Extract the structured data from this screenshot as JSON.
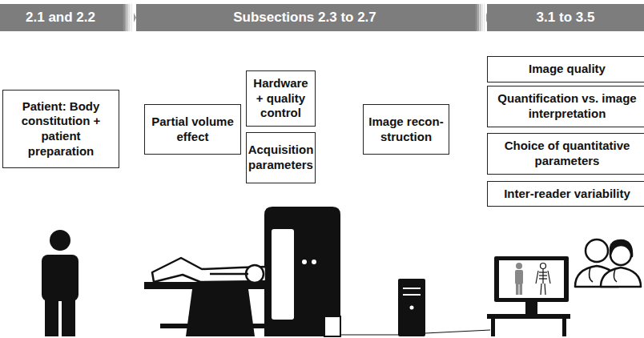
{
  "diagram": {
    "nodes": [
      {
        "text": [
          "2.1 and 2.2"
        ]
      },
      {
        "text": [
          "Subsections 2.3 to 2.7"
        ]
      },
      {
        "text": [
          "3.1 to 3.5"
        ]
      },
      {
        "text": [
          "Patient: Body constitution + patient preparation"
        ]
      },
      {
        "text": [
          "Partial volume effect"
        ]
      },
      {
        "text": [
          "Hardware + quality control"
        ]
      },
      {
        "text": [
          "Acquisition parameters"
        ]
      },
      {
        "text": [
          "Image recon- struction"
        ]
      },
      {
        "text": [
          "Image quality"
        ]
      },
      {
        "text": [
          "Quantification vs. image interpretation"
        ]
      },
      {
        "text": [
          "Choice of quantitative parameters"
        ]
      },
      {
        "text": [
          "Inter-reader variability"
        ]
      }
    ]
  }
}
